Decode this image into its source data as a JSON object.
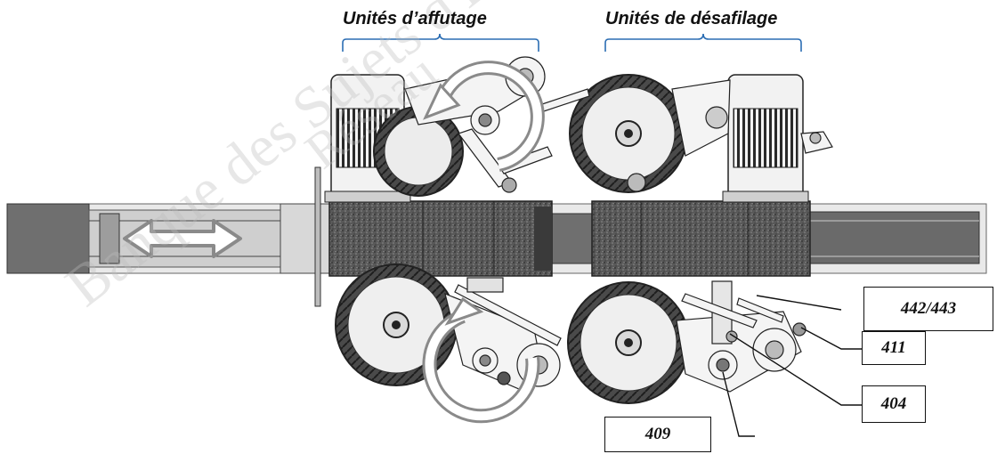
{
  "headers": {
    "sharpening_units": "Unités d’affutage",
    "unthreading_units": "Unités de désafilage"
  },
  "callouts": {
    "c442_443": "442/443",
    "c411": "411",
    "c404": "404",
    "c409": "409"
  },
  "watermark": {
    "line1": "Banque des Sujets d'E",
    "line2": "Réseau"
  },
  "colors": {
    "bracket": "#2b6db3",
    "foam": "#5a5a5a",
    "rail": "#777777",
    "arrow_fill": "#ffffff",
    "arrow_stroke": "#8a8a8a"
  },
  "icons": {
    "rotation_top": "rotate-cw-icon",
    "rotation_bottom": "rotate-ccw-icon",
    "translation": "double-arrow-icon"
  }
}
